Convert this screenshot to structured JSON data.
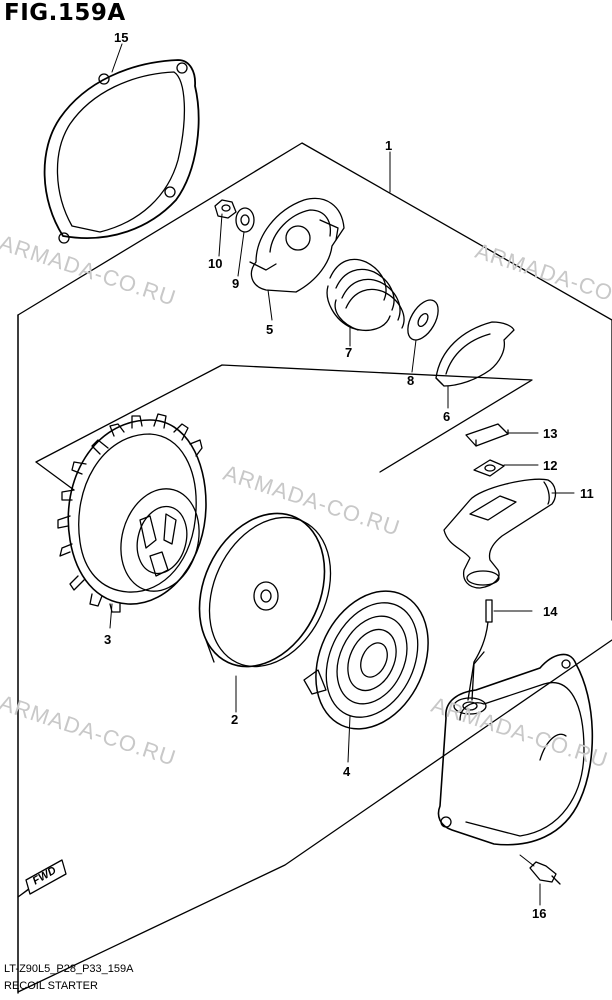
{
  "figure": {
    "title": "FIG.159A",
    "code": "LT-Z90L5_P28_P33_159A",
    "subtitle": "RECOIL STARTER"
  },
  "callouts": {
    "c1": "1",
    "c2": "2",
    "c3": "3",
    "c4": "4",
    "c5": "5",
    "c6": "6",
    "c7": "7",
    "c8": "8",
    "c9": "9",
    "c10": "10",
    "c11": "11",
    "c12": "12",
    "c13": "13",
    "c14": "14",
    "c15": "15",
    "c16": "16"
  },
  "watermark": {
    "text": "ARMADA-CO.RU"
  },
  "fwd": {
    "label": "FWD"
  },
  "icons": [
    "fwd-arrow-icon"
  ]
}
